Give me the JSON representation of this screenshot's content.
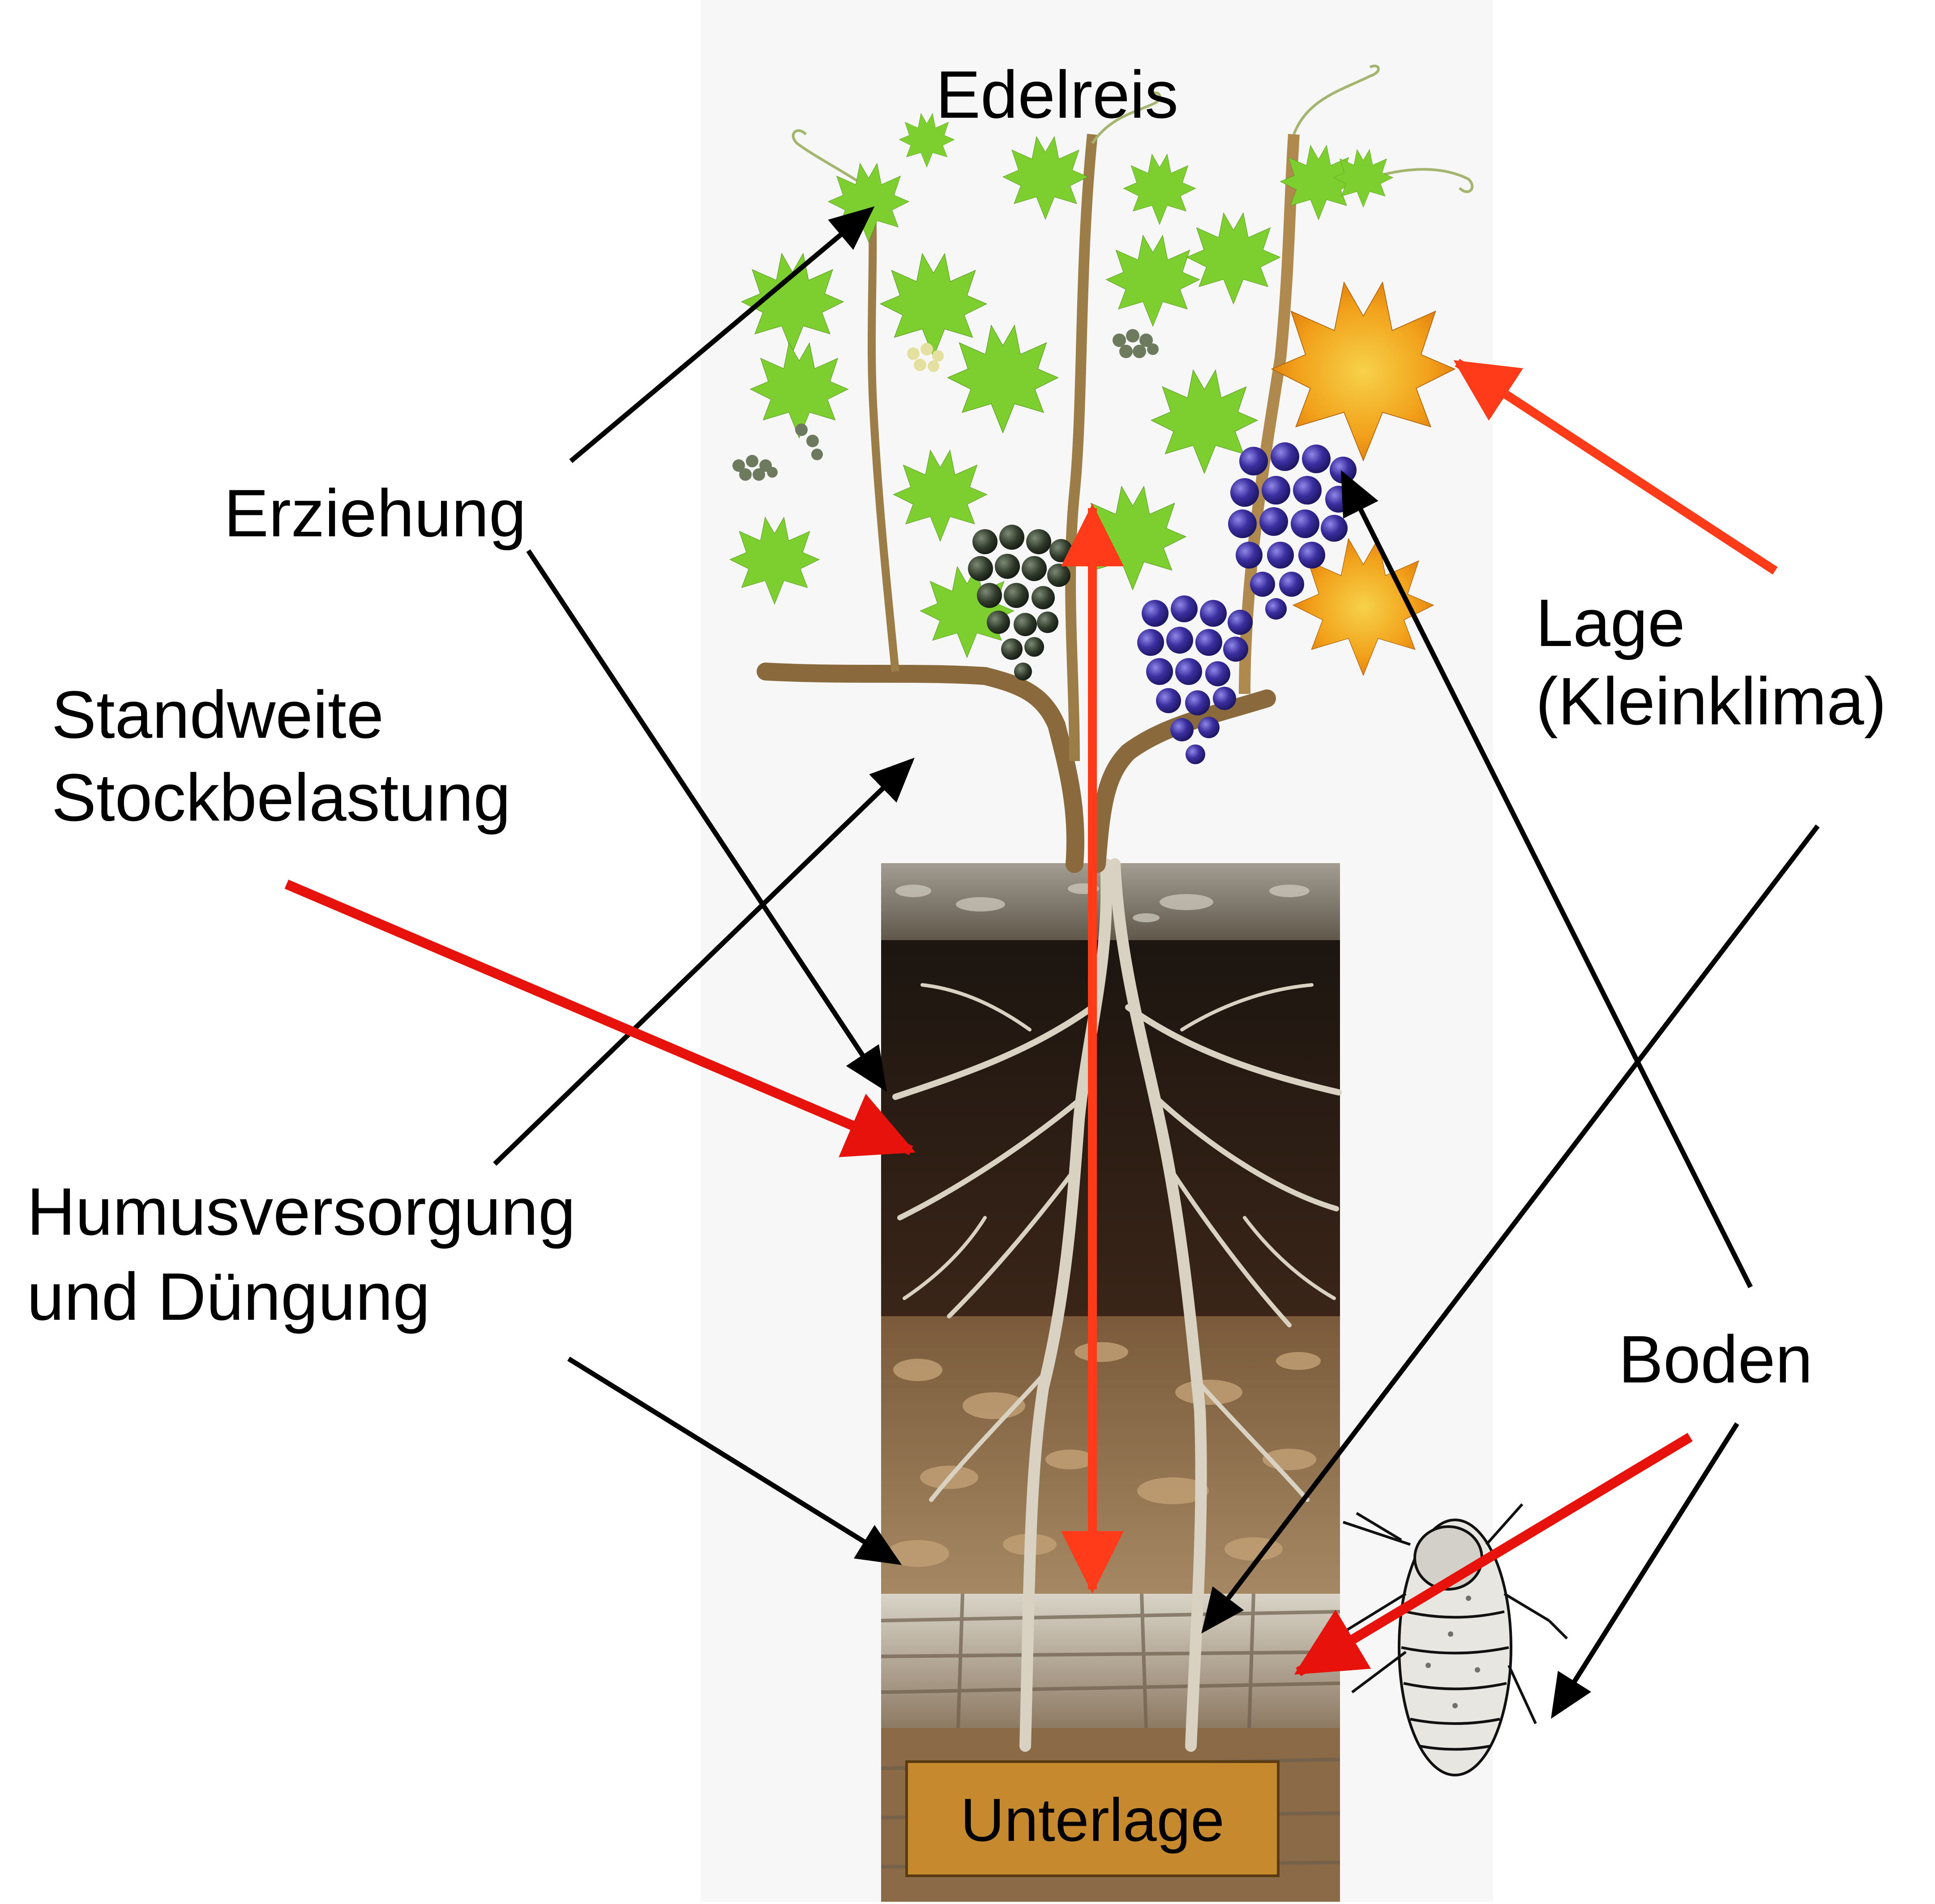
{
  "labels": {
    "edelreis": "Edelreis",
    "erziehung": "Erziehung",
    "lage_line1": "Lage",
    "lage_line2": "(Kleinklima)",
    "standweite_line1": "Standweite",
    "standweite_line2": "Stockbelastung",
    "humus_line1": "Humusversorgung",
    "humus_line2": "und Düngung",
    "boden": "Boden",
    "unterlage": "Unterlage"
  },
  "colors": {
    "arrow_black": "#000000",
    "arrow_red": "#e8120c",
    "arrow_orange_red": "#ff3b1a",
    "panel_bg": "#f7f7f7",
    "leaf_green": "#7ccf2e",
    "leaf_autumn": "#f3a319",
    "grape_blue": "#3b2fa0",
    "grape_dark": "#2f3a2a",
    "topsoil": "#2c1e14",
    "subsoil": "#8a6a44",
    "bedrock": "#b9b2a4",
    "unterlage_box": "#c7892e"
  },
  "icons": [
    "grapevine-illustration",
    "soil-profile-illustration",
    "phylloxera-insect-icon"
  ]
}
